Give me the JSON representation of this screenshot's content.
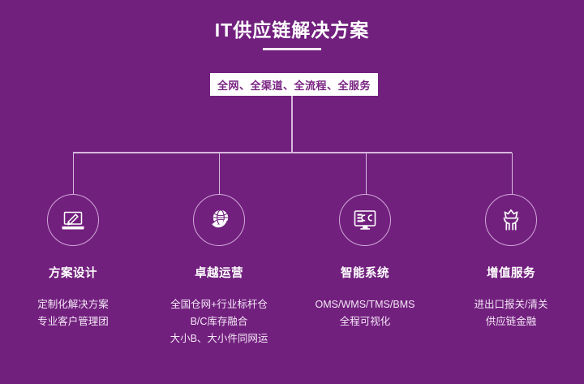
{
  "theme": {
    "background": "#72207E",
    "line_color": "#d7b9dd",
    "badge_bg": "#ffffff",
    "badge_text_color": "#7a2483",
    "text_color": "#ffffff"
  },
  "header": {
    "title": "IT供应链解决方案",
    "badge": "全网、全渠道、全流程、全服务"
  },
  "columns": [
    {
      "icon": "laptop-pencil-icon",
      "title": "方案设计",
      "lines": [
        "定制化解决方案",
        "专业客户管理团"
      ]
    },
    {
      "icon": "globe-arrow-icon",
      "title": "卓越运营",
      "lines": [
        "全国仓网+行业标杆仓",
        "B/C库存融合",
        "大小B、大小件同网运"
      ]
    },
    {
      "icon": "monitor-chart-icon",
      "title": "智能系统",
      "lines": [
        "OMS/WMS/TMS/BMS",
        "全程可视化"
      ]
    },
    {
      "icon": "hands-crown-icon",
      "title": "增值服务",
      "lines": [
        "进出口报关/清关",
        "供应链金融"
      ]
    }
  ]
}
